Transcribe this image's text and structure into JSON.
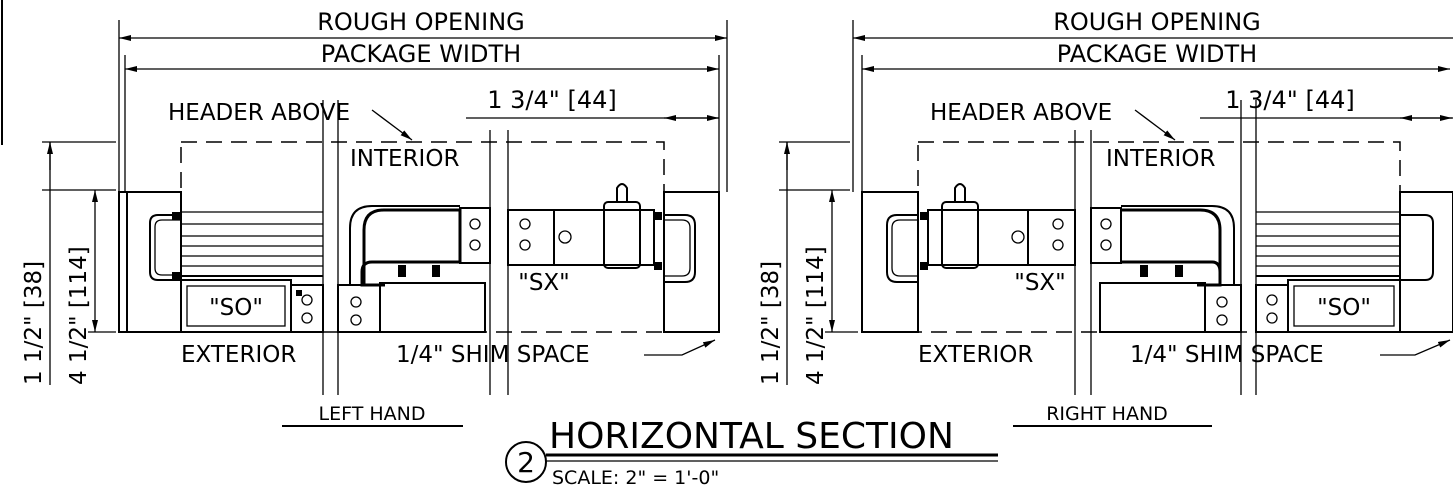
{
  "title": "HORIZONTAL SECTION",
  "detail_number": "2",
  "scale": "SCALE:  2\"  =  1'-0\"",
  "left": {
    "hand_label": "LEFT HAND",
    "rough_opening": "ROUGH  OPENING",
    "package_width": "PACKAGE  WIDTH",
    "header_above": "HEADER  ABOVE",
    "interior": "INTERIOR",
    "exterior": "EXTERIOR",
    "shim_space": "1/4\"  SHIM  SPACE",
    "offset_dim": "1  3/4\"  [44]",
    "panel_so": "\"SO\"",
    "panel_sx": "\"SX\"",
    "depth_outer": "4  1/2\"  [114]",
    "depth_inner": "1  1/2\"  [38]"
  },
  "right": {
    "hand_label": "RIGHT HAND",
    "rough_opening": "ROUGH  OPENING",
    "package_width": "PACKAGE  WIDTH",
    "header_above": "HEADER  ABOVE",
    "interior": "INTERIOR",
    "exterior": "EXTERIOR",
    "shim_space": "1/4\"  SHIM  SPACE",
    "offset_dim": "1  3/4\"  [44]",
    "panel_so": "\"SO\"",
    "panel_sx": "\"SX\"",
    "depth_outer": "4  1/2\"  [114]",
    "depth_inner": "1  1/2\"  [38]"
  }
}
